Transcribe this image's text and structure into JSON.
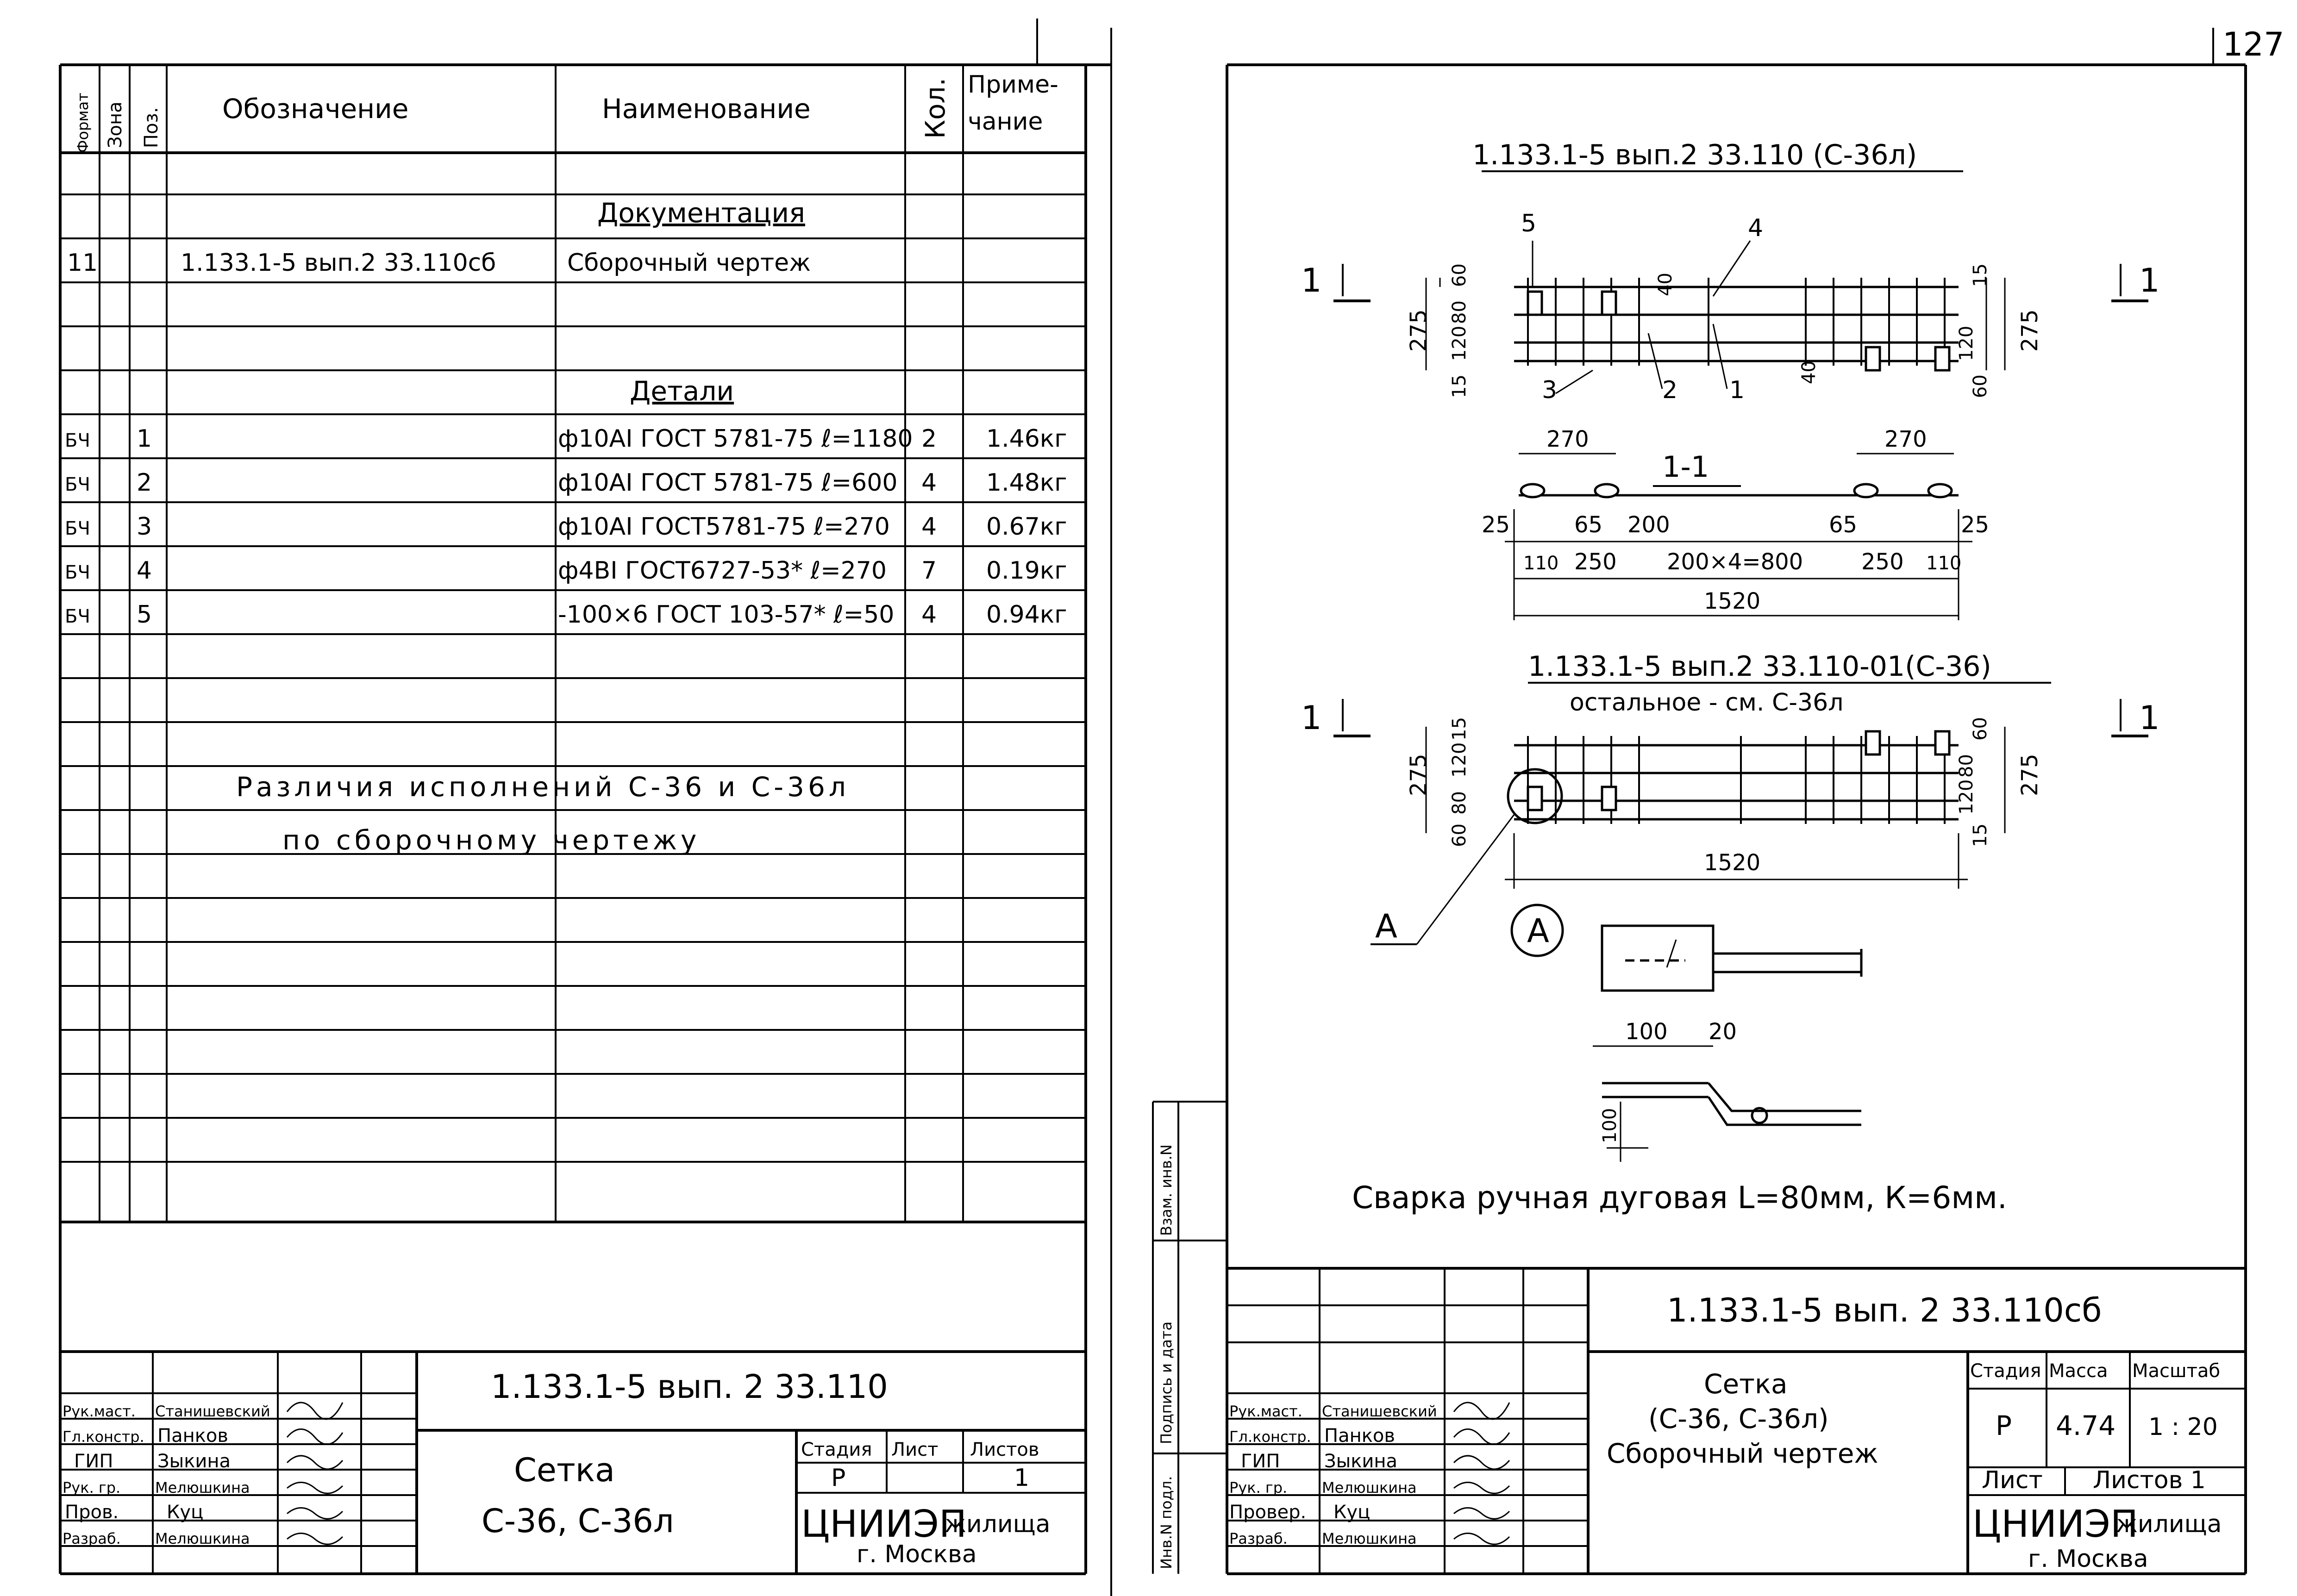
{
  "page_number": "127",
  "spec": {
    "headers": {
      "format": "Формат",
      "zone": "Зона",
      "pos": "Поз.",
      "designation": "Обозначение",
      "name": "Наименование",
      "qty": "Кол.",
      "note_1": "Приме-",
      "note_2": "чание"
    },
    "section_docs": "Документация",
    "doc_row": {
      "format": "11",
      "designation": "1.133.1-5 вып.2 33.110сб",
      "name": "Сборочный чертеж"
    },
    "section_details": "Детали",
    "rows": [
      {
        "format": "БЧ",
        "pos": "1",
        "name": "ф10АI ГОСТ 5781-75 ℓ=1180",
        "qty": "2",
        "note": "1.46кг"
      },
      {
        "format": "БЧ",
        "pos": "2",
        "name": "ф10АI ГОСТ 5781-75 ℓ=600",
        "qty": "4",
        "note": "1.48кг"
      },
      {
        "format": "БЧ",
        "pos": "3",
        "name": "ф10АI ГОСТ5781-75 ℓ=270",
        "qty": "4",
        "note": "0.67кг"
      },
      {
        "format": "БЧ",
        "pos": "4",
        "name": "ф4ВI ГОСТ6727-53* ℓ=270",
        "qty": "7",
        "note": "0.19кг"
      },
      {
        "format": "БЧ",
        "pos": "5",
        "name": "-100×6 ГОСТ 103-57* ℓ=50",
        "qty": "4",
        "note": "0.94кг"
      }
    ],
    "note_line1": "Различия исполнений С-36 и С-36л",
    "note_line2": "по сборочному чертежу"
  },
  "left_stamp": {
    "doc_code": "1.133.1-5 вып. 2 33.110",
    "roles": [
      {
        "role": "Рук.маст.",
        "name": "Станишевский"
      },
      {
        "role": "Гл.констр.",
        "name": "Панков"
      },
      {
        "role": "ГИП",
        "name": "Зыкина"
      },
      {
        "role": "Рук. гр.",
        "name": "Мелюшкина"
      },
      {
        "role": "Пров.",
        "name": "Куц"
      },
      {
        "role": "Разраб.",
        "name": "Мелюшкина"
      }
    ],
    "title_1": "Сетка",
    "title_2": "С-36, С-36л",
    "stage_h": "Стадия",
    "sheet_h": "Лист",
    "sheets_h": "Листов",
    "stage": "Р",
    "sheets": "1",
    "org": "ЦНИИЭП",
    "org_suffix": "жилища",
    "city": "г. Москва"
  },
  "drawing": {
    "title_1": "1.133.1-5 вып.2 33.110 (С-36л)",
    "title_2": "1.133.1-5 вып.2 33.110-01(С-36)",
    "subtitle_2": "остальное - см. С-36л",
    "section_label": "1-1",
    "cut_label": "1",
    "callout": "А",
    "weld_note": "Сварка ручная дуговая L=80мм, К=6мм.",
    "dims": {
      "d275": "275",
      "d60": "60",
      "d80": "80",
      "d120": "120",
      "d15": "15",
      "d40": "40",
      "d270": "270",
      "d25": "25",
      "d65": "65",
      "d200": "200",
      "d110": "110",
      "d250": "250",
      "d200x4": "200×4=800",
      "d1520": "1520",
      "d100": "100",
      "d20": "20",
      "d100v": "100"
    },
    "positions": [
      "1",
      "2",
      "3",
      "4",
      "5"
    ]
  },
  "side_labels": {
    "inv_orig": "Инв.N подл.",
    "sign_date": "Подпись и дата",
    "vzam": "Взам. инв.N"
  },
  "right_stamp": {
    "doc_code": "1.133.1-5 вып. 2 33.110сб",
    "title_1": "Сетка",
    "title_2": "(С-36, С-36л)",
    "title_3": "Сборочный чертеж",
    "stage_h": "Стадия",
    "mass_h": "Масса",
    "scale_h": "Масштаб",
    "stage": "Р",
    "mass": "4.74",
    "scale": "1 : 20",
    "sheet_h": "Лист",
    "sheets_h": "Листов 1",
    "roles": [
      {
        "role": "Рук.маст.",
        "name": "Станишевский"
      },
      {
        "role": "Гл.констр.",
        "name": "Панков"
      },
      {
        "role": "ГИП",
        "name": "Зыкина"
      },
      {
        "role": "Рук. гр.",
        "name": "Мелюшкина"
      },
      {
        "role": "Провер.",
        "name": "Куц"
      },
      {
        "role": "Разраб.",
        "name": "Мелюшкина"
      }
    ],
    "org": "ЦНИИЭП",
    "org_suffix": "жилища",
    "city": "г. Москва"
  }
}
